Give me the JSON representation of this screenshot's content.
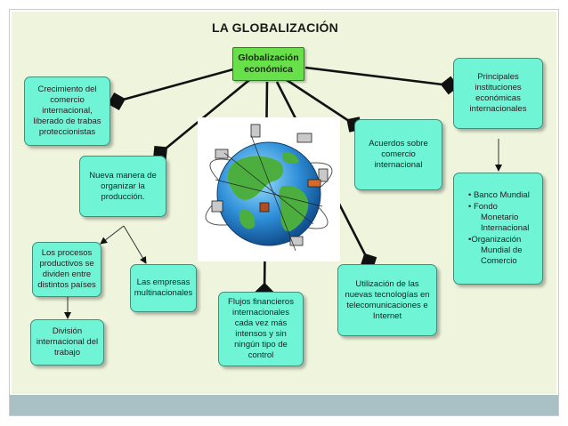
{
  "title": "LA GLOBALIZACIÓN",
  "nodes": {
    "center": "Globalización económica",
    "crecimiento": "Crecimiento del comercio internacional, liberado de trabas proteccionistas",
    "instituciones": "Principales instituciones económicas internacionales",
    "nueva_manera": "Nueva manera de organizar la producción.",
    "acuerdos": "Acuerdos sobre comercio internacional",
    "procesos": "Los procesos productivos se dividen entre distintos países",
    "empresas": "Las empresas multinacionales",
    "division": "División internacional del trabajo",
    "flujos": "Flujos financieros internacionales cada vez más intensos y sin ningún tipo de control",
    "tecnologias": "Utilización de las nuevas tecnologías en telecomunicaciones e Internet",
    "organismos": [
      "• Banco Mundial",
      "• Fondo Monetario Internacional",
      "•Organización Mundial de Comercio"
    ]
  },
  "colors": {
    "box_fill": "#6ff5d6",
    "center_fill": "#67e04a",
    "background": "#eef5dc",
    "footer": "#a9c1c4"
  },
  "illustration": "globe-icon"
}
